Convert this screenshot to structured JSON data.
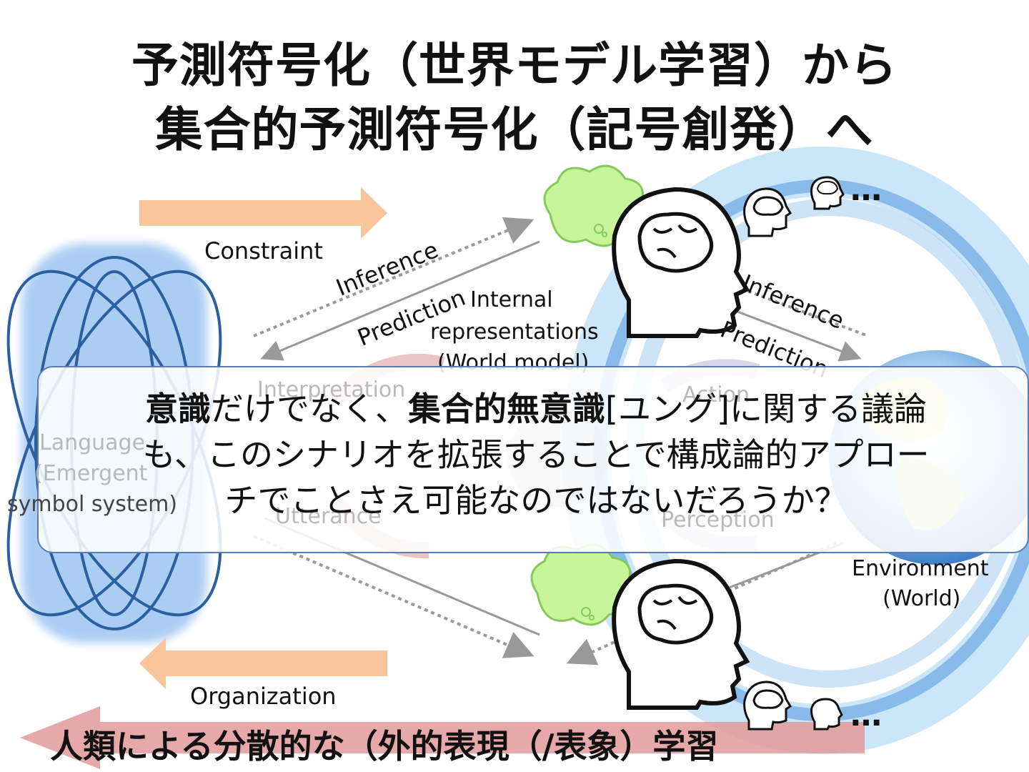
{
  "title": {
    "line1": "予測符号化（世界モデル学習）から",
    "line2": "集合的予測符号化（記号創発）へ"
  },
  "labels": {
    "constraint": "Constraint",
    "organization": "Organization",
    "inference_left": "Inference",
    "prediction_left": "Prediction",
    "inference_right": "Inference",
    "prediction_right": "Prediction",
    "internal_line1": "Internal",
    "internal_line2": "representations",
    "internal_line3": "(World model)",
    "interpretation": "Interpretation",
    "action": "Action",
    "utterance": "Utterance",
    "perception": "Perception",
    "language_line1": "Language",
    "language_line2": "(Emergent",
    "language_line3": "symbol system)",
    "environment_line1": "Environment",
    "environment_line2": "(World)",
    "ellipsis_top": "…",
    "ellipsis_bottom": "…"
  },
  "overlay": {
    "bold1": "意識",
    "text1": "だけでなく、",
    "bold2": "集合的無意識",
    "text2": "[ユング]に関する議論",
    "line2": "も、このシナリオを拡張することで構成論的アプロー",
    "line3": "チでことさえ可能なのではないだろうか？"
  },
  "bottom": {
    "title": "人類による分散的な（外的表現（/表象）学習"
  },
  "colors": {
    "orange_arrow": "#f9c49a",
    "pink_arrow": "#e29a9a",
    "blue_swirl": "#4a90d9",
    "overlay_border": "#5a7eb3",
    "cloud_green": "#c8f59a"
  },
  "icons": [
    "brain-head-icon",
    "thought-cloud-icon",
    "globe-icon",
    "language-swirl-icon"
  ]
}
